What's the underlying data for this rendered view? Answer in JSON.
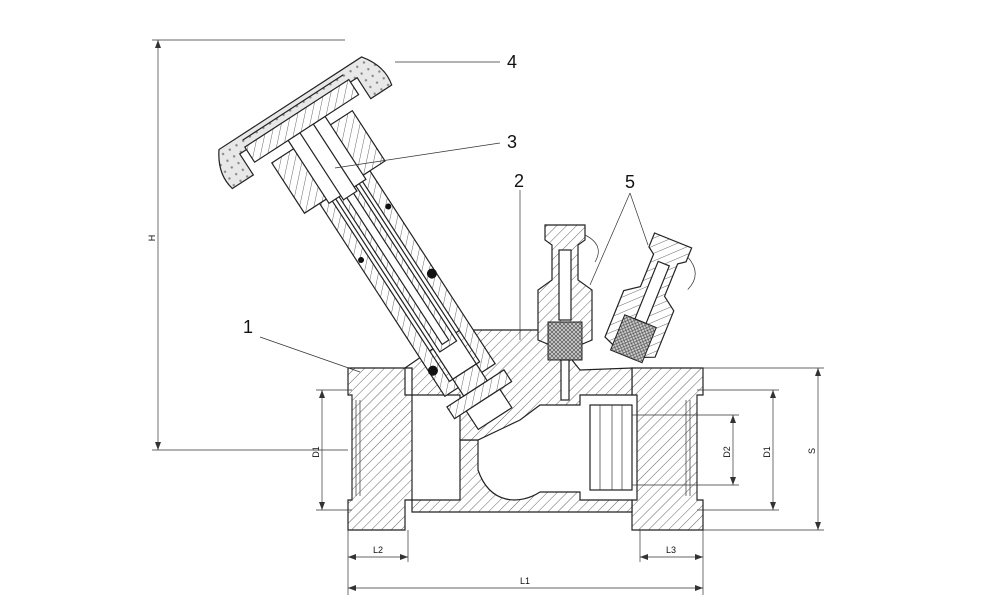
{
  "callouts": {
    "c1": "1",
    "c2": "2",
    "c3": "3",
    "c4": "4",
    "c5": "5"
  },
  "dimensions": {
    "h": "H",
    "d1_left": "D1",
    "d1_right": "D1",
    "d2": "D2",
    "s": "S",
    "l1": "L1",
    "l2": "L2",
    "l3": "L3"
  }
}
